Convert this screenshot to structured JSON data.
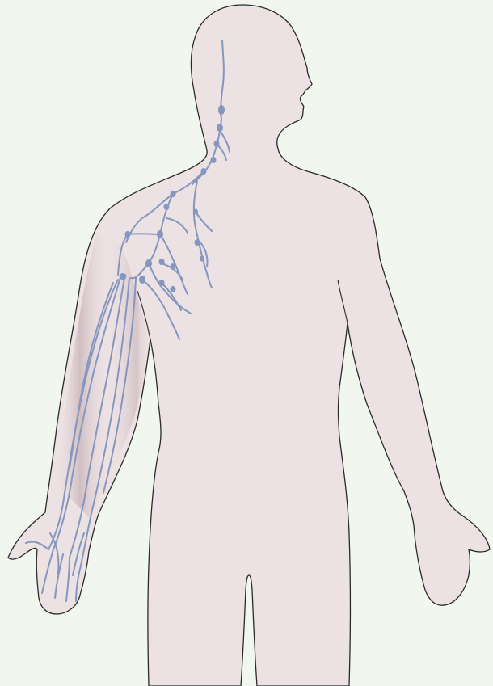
{
  "figure": {
    "subject": "human-upper-body-lymphatic-system",
    "side_shown": "right-arm-and-axilla",
    "colors": {
      "background": "#f1f6ee",
      "skin": "#ece1e3",
      "outline": "#2b2b2b",
      "arm_shade": "#b49aa0",
      "lymph_vessel": "#8597be",
      "lymph_node": "#8597be"
    },
    "icons": [
      "body-silhouette",
      "lymph-vessel-network",
      "lymph-node-cluster"
    ]
  }
}
